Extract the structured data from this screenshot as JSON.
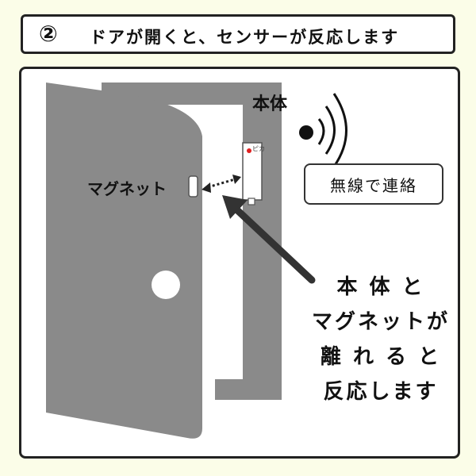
{
  "header": {
    "step_number": "②",
    "title": "ドアが開くと、センサーが反応します"
  },
  "diagram": {
    "magnet_label": "マグネット",
    "body_label": "本体",
    "sensor_light_label": "ピカ",
    "wireless_label": "無線で連絡",
    "reaction_lines": [
      "本 体 と",
      "マグネットが",
      "離 れ る と",
      "反応します"
    ]
  },
  "colors": {
    "background": "#fbfde8",
    "door_gray": "#8a8a8a",
    "frame_gray": "#8a8a8a",
    "led_red": "#e02020",
    "text": "#111111"
  },
  "icons": [
    "wireless-signal-icon",
    "arrow-icon",
    "dotted-double-arrow-icon"
  ]
}
